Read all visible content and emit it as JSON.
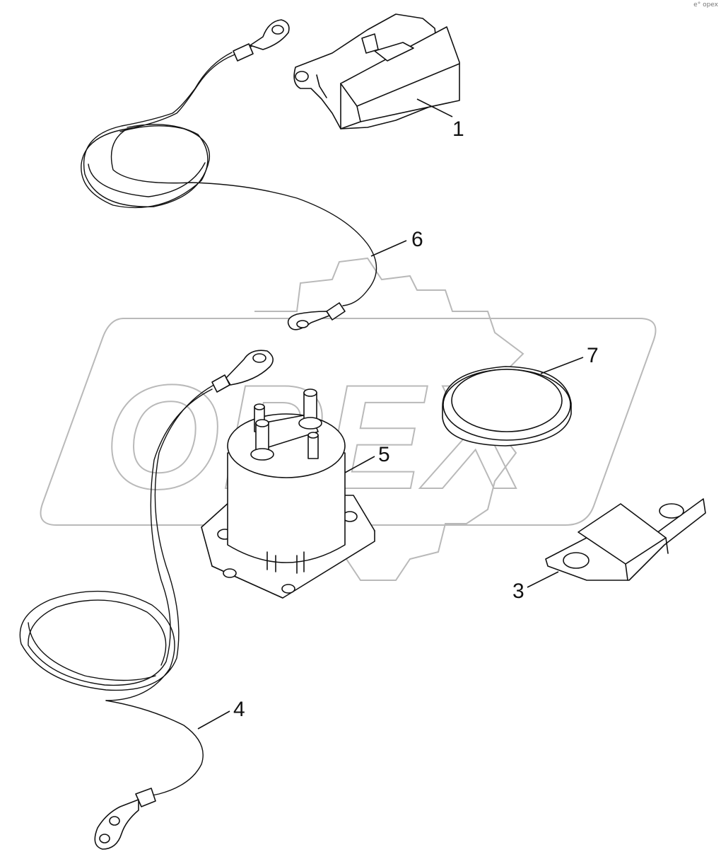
{
  "watermark": {
    "text": "OPEX"
  },
  "corner_mark": "e° opex",
  "callouts": {
    "part_1": "1",
    "part_3": "3",
    "part_4": "4",
    "part_5": "5",
    "part_6": "6",
    "part_7": "7"
  },
  "colors": {
    "line": "#111111",
    "watermark": "#b9b9b9",
    "background": "#ffffff"
  }
}
